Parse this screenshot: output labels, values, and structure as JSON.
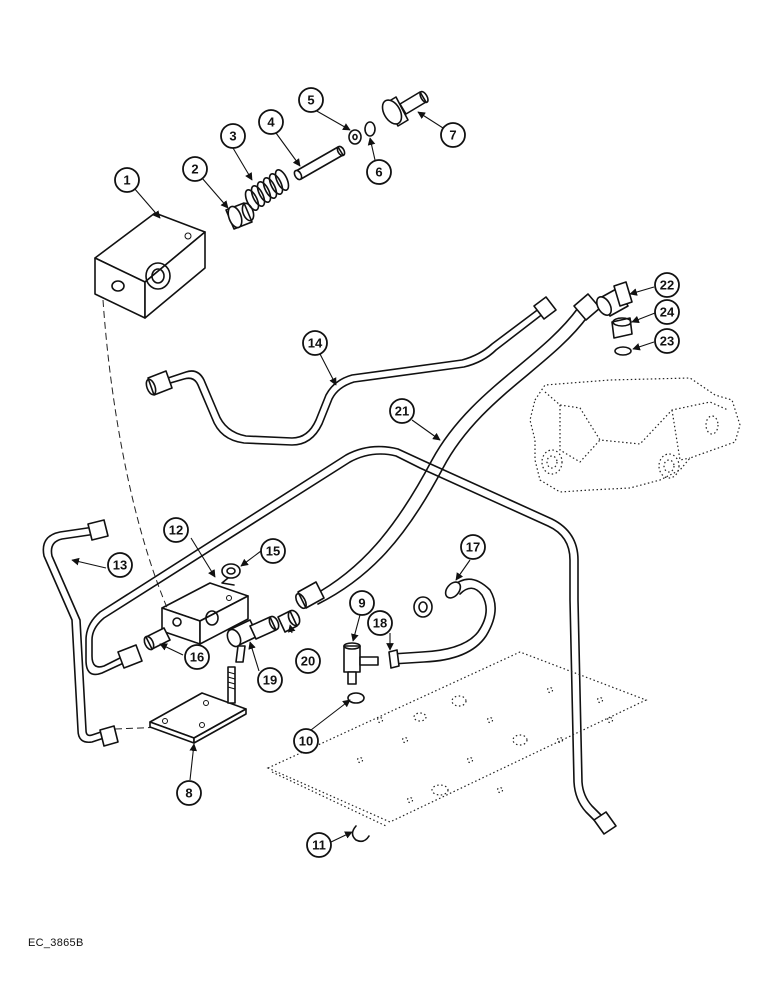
{
  "reference_code": "EC_3865B",
  "callouts": [
    "1",
    "2",
    "3",
    "4",
    "5",
    "6",
    "7",
    "8",
    "9",
    "10",
    "11",
    "12",
    "13",
    "14",
    "15",
    "16",
    "17",
    "18",
    "19",
    "20",
    "21",
    "22",
    "23",
    "24"
  ]
}
